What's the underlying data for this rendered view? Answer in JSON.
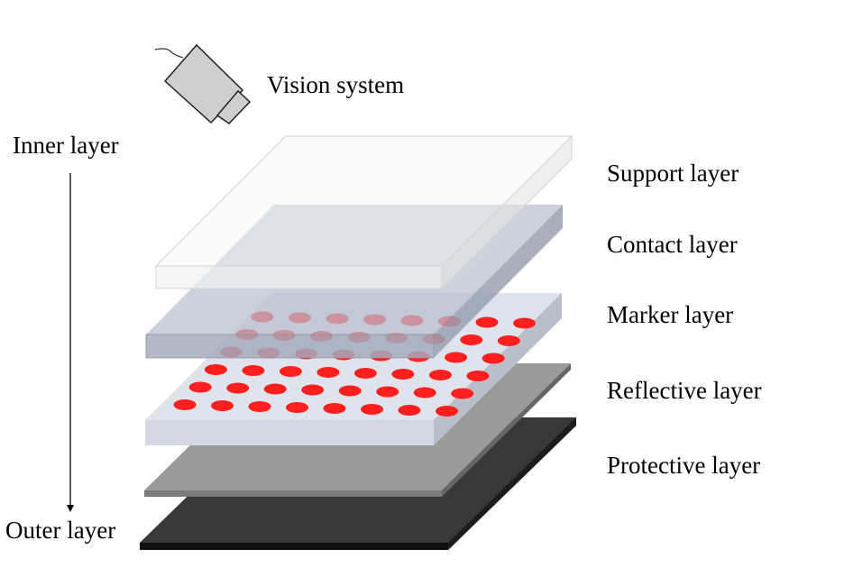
{
  "labels": {
    "vision_system": "Vision system",
    "inner_layer": "Inner layer",
    "outer_layer": "Outer layer",
    "support_layer": "Support layer",
    "contact_layer": "Contact layer",
    "marker_layer": "Marker layer",
    "reflective_layer": "Reflective layer",
    "protective_layer": "Protective layer"
  },
  "layers_inner_to_outer": [
    "Support layer",
    "Contact layer",
    "Marker layer",
    "Reflective layer",
    "Protective layer"
  ],
  "marker_grid": {
    "rows": 6,
    "columns": 8
  },
  "colors": {
    "support_layer": "#f2f2f2",
    "contact_layer": "#c6ccd8",
    "marker_layer": "#dde1ea",
    "marker_dot": "#ff1f1f",
    "reflective_layer": "#999999",
    "protective_layer": "#353535",
    "camera": "#d0cfcf"
  }
}
